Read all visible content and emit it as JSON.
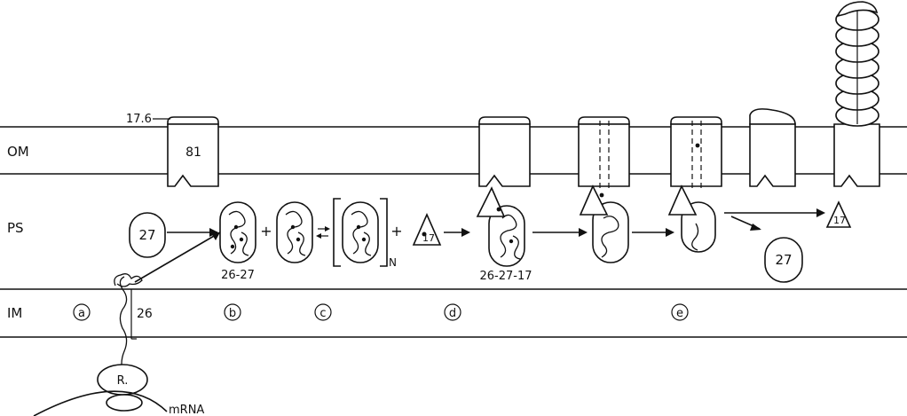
{
  "membranes": {
    "outer": "OM",
    "periplasm": "PS",
    "inner": "IM"
  },
  "protein_labels": {
    "p17_6": "17.6",
    "p81": "81",
    "p27_left": "27",
    "p17_triangle_d": "17",
    "p17_triangle_end": "17",
    "p27_released": "27",
    "p26": "26",
    "complex_26_27": "26-27",
    "complex_26_27_17": "26-27-17",
    "multimer_subscript": "N"
  },
  "steps": [
    "a",
    "b",
    "c",
    "d",
    "e"
  ],
  "ribosome_label": "R.",
  "mrna_label": "mRNA",
  "colors": {
    "ink": "#111111",
    "background": "#ffffff"
  }
}
